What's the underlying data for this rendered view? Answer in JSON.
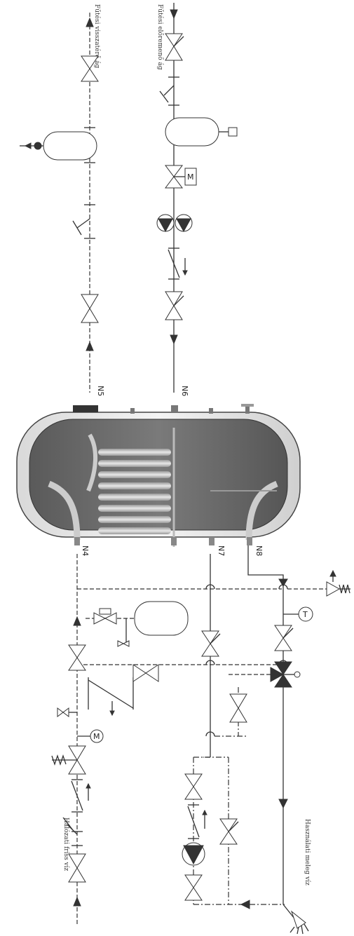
{
  "labels": {
    "heating_return": "Fűtési visszatérő ág",
    "heating_flow": "Fűtési előremenő ág",
    "mains_water": "Hálózati friss víz",
    "hot_water": "Használati meleg víz"
  },
  "nozzles": {
    "n4": "N4",
    "n5": "N5",
    "n6": "N6",
    "n7": "N7",
    "n8": "N8"
  },
  "symbols": {
    "motor": "M",
    "thermo": "T"
  }
}
